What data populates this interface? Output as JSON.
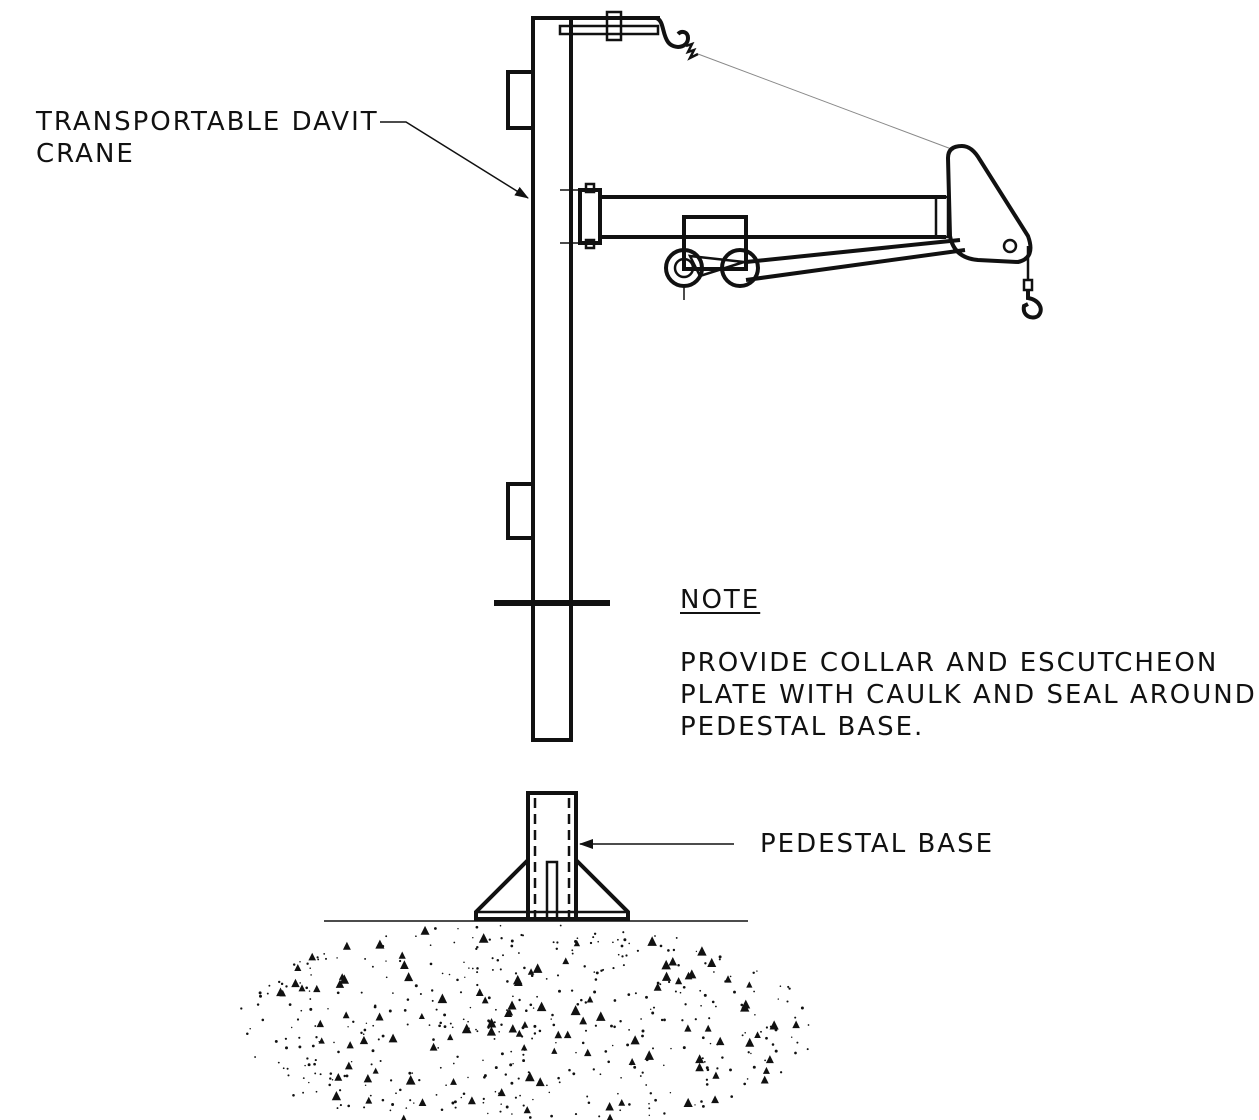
{
  "labels": {
    "crane_line1": "TRANSPORTABLE DAVIT",
    "crane_line2": "CRANE",
    "pedestal_base": "PEDESTAL BASE"
  },
  "note": {
    "heading": "NOTE",
    "lines": [
      "PROVIDE COLLAR AND ESCUTCHEON",
      "PLATE WITH CAULK AND SEAL AROUND",
      "PEDESTAL BASE."
    ]
  },
  "colors": {
    "line": "#111111",
    "background": "#ffffff"
  }
}
